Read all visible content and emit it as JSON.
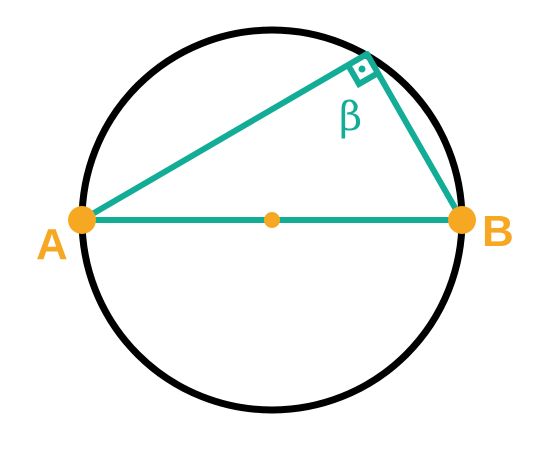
{
  "diagram": {
    "points": {
      "a": {
        "label": "A"
      },
      "b": {
        "label": "B"
      }
    },
    "angle_label": "β",
    "colors": {
      "circle": "#000000",
      "segments": "#13ad97",
      "points": "#f7a823"
    }
  }
}
